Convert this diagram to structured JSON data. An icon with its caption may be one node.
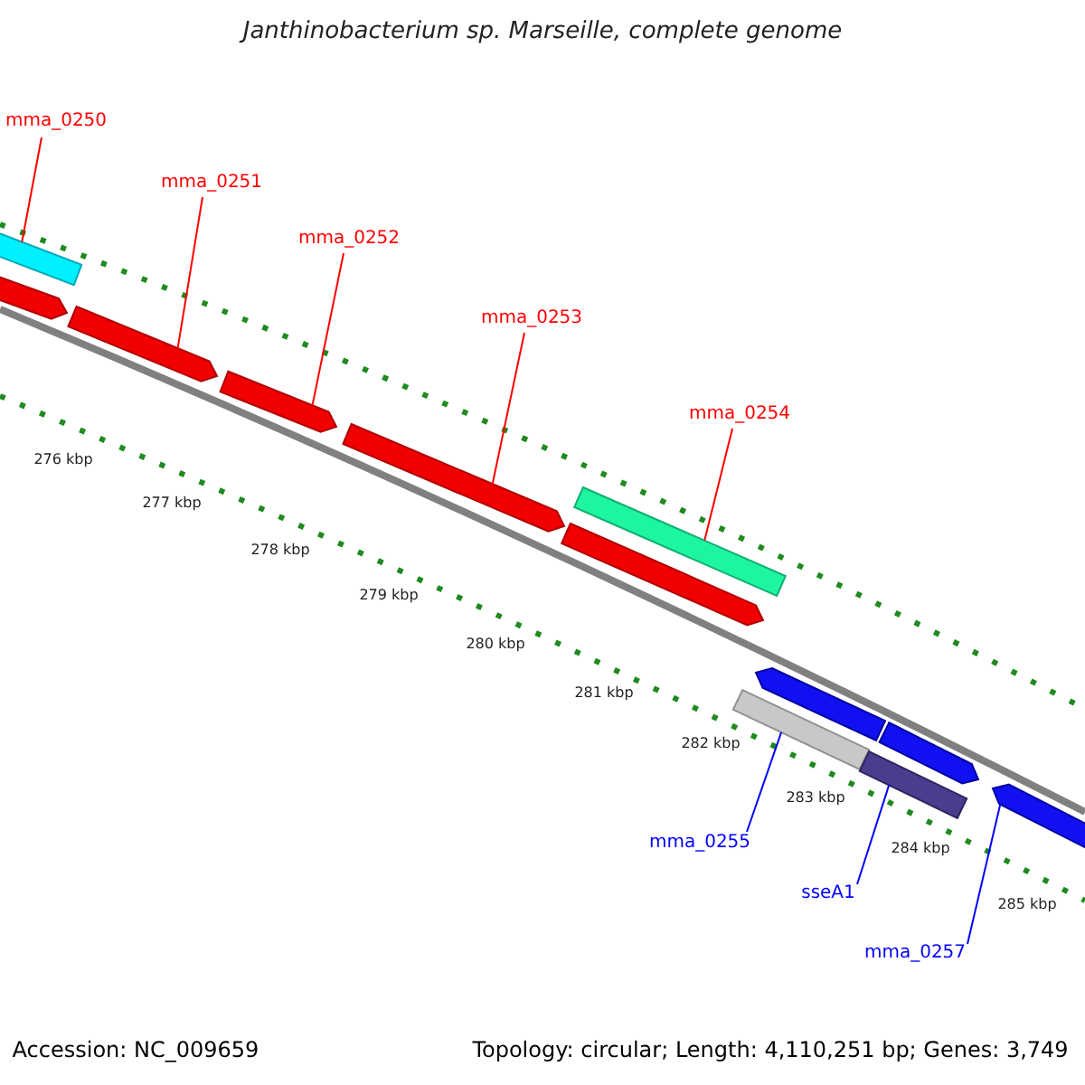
{
  "diagram": {
    "title": "Janthinobacterium sp. Marseille, complete genome",
    "nodes": [
      {
        "text": [
          "mma_0250"
        ]
      },
      {
        "text": [
          "mma_0251"
        ]
      },
      {
        "text": [
          "mma_0252"
        ]
      },
      {
        "text": [
          "mma_0253"
        ]
      },
      {
        "text": [
          "mma_0254"
        ]
      },
      {
        "text": [
          "mma_0255"
        ]
      },
      {
        "text": [
          "sseA1"
        ]
      },
      {
        "text": [
          "mma_0257"
        ]
      },
      {
        "text": [],
        "shape": "bar"
      },
      {
        "text": [],
        "shape": "bar"
      },
      {
        "text": [],
        "shape": "bar"
      },
      {
        "text": [],
        "shape": "bar"
      },
      {
        "text": [],
        "shape": "bar"
      },
      {
        "text": [],
        "shape": "bar"
      },
      {
        "text": [],
        "shape": "bar"
      },
      {
        "text": [],
        "shape": "bar"
      },
      {
        "text": [],
        "shape": "bar"
      },
      {
        "text": [],
        "shape": "bar"
      },
      {
        "text": [],
        "shape": "bar"
      },
      {
        "text": [],
        "shape": "bar"
      }
    ],
    "edges": [
      {
        "from": 0,
        "to": 8,
        "arrow": "none"
      },
      {
        "from": 1,
        "to": 10,
        "arrow": "none"
      },
      {
        "from": 2,
        "to": 11,
        "arrow": "none"
      },
      {
        "from": 3,
        "to": 12,
        "arrow": "none"
      },
      {
        "from": 4,
        "to": 13,
        "arrow": "none"
      },
      {
        "from": 5,
        "to": 15,
        "arrow": "none",
        "color": "#0000ff"
      },
      {
        "from": 6,
        "to": 18,
        "arrow": "none",
        "color": "#0000ff"
      },
      {
        "from": 7,
        "to": 19,
        "arrow": "none",
        "color": "#0000ff"
      }
    ],
    "labels": [
      "276 kbp",
      "277 kbp",
      "278 kbp",
      "279 kbp",
      "280 kbp",
      "281 kbp",
      "282 kbp",
      "283 kbp",
      "284 kbp",
      "285 kbp",
      "Accession: NC_009659",
      "Topology: circular; Length: 4,110,251 bp; Genes: 3,749"
    ]
  }
}
